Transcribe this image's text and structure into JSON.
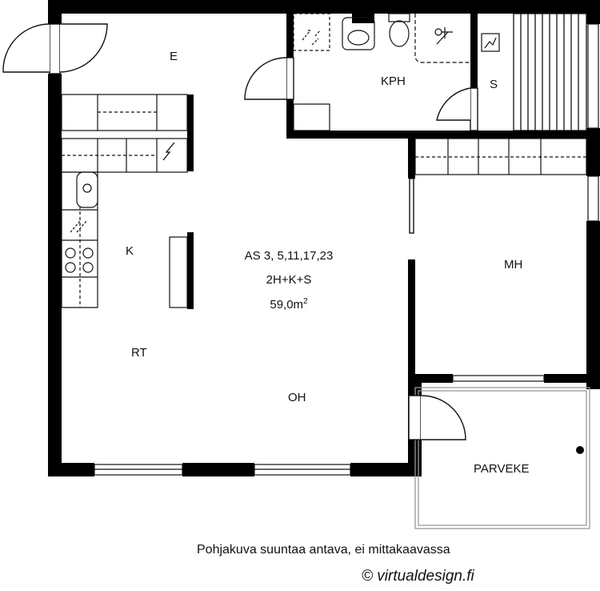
{
  "rooms": {
    "entrance": "E",
    "bathroom": "KPH",
    "sauna": "S",
    "kitchen": "K",
    "dining": "RT",
    "living": "OH",
    "bedroom": "MH",
    "balcony": "PARVEKE"
  },
  "apartment": {
    "units": "AS 3, 5,11,17,23",
    "type": "2H+K+S",
    "area": "59,0m",
    "area_unit_power": "2"
  },
  "caption": "Pohjakuva suuntaa antava, ei mittakaavassa",
  "copyright": "© virtualdesign.fi"
}
